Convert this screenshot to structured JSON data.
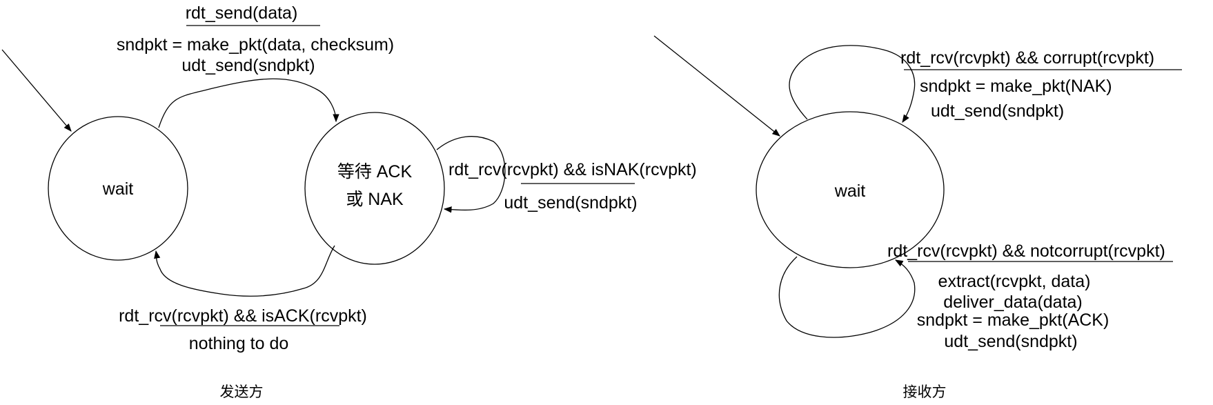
{
  "sender": {
    "caption": "发送方",
    "state_wait": "wait",
    "state_wait_ack": [
      "等待 ACK",
      "或 NAK"
    ],
    "t_send": {
      "event": "rdt_send(data)",
      "actions": [
        "sndpkt = make_pkt(data, checksum)",
        "udt_send(sndpkt)"
      ]
    },
    "t_nak": {
      "event": "rdt_rcv(rcvpkt) && isNAK(rcvpkt)",
      "actions": [
        "udt_send(sndpkt)"
      ]
    },
    "t_ack": {
      "event": "rdt_rcv(rcvpkt) && isACK(rcvpkt)",
      "actions": [
        "nothing to do"
      ]
    }
  },
  "receiver": {
    "caption": "接收方",
    "state_wait": "wait",
    "t_corrupt": {
      "event": "rdt_rcv(rcvpkt) && corrupt(rcvpkt)",
      "actions": [
        "sndpkt = make_pkt(NAK)",
        "udt_send(sndpkt)"
      ]
    },
    "t_ok": {
      "event": "rdt_rcv(rcvpkt) && notcorrupt(rcvpkt)",
      "actions": [
        "extract(rcvpkt, data)",
        "deliver_data(data)",
        "sndpkt = make_pkt(ACK)",
        "udt_send(sndpkt)"
      ]
    }
  }
}
